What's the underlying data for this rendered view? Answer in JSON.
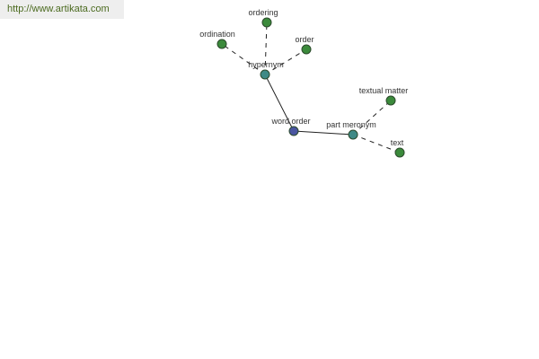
{
  "header": {
    "site_url": "http://www.artikata.com"
  },
  "colors": {
    "center_node": "#4a55a0",
    "relation_node": "#3f8a86",
    "leaf_node": "#3b8a3b",
    "node_stroke": "#2c4a2c",
    "edge": "#222222",
    "url_text": "#4b6a1f"
  },
  "graph": {
    "nodes": [
      {
        "id": "word_order",
        "label": "word order",
        "kind": "center"
      },
      {
        "id": "hypernym",
        "label": "hypernym",
        "kind": "relation"
      },
      {
        "id": "part_meronym",
        "label": "part meronym",
        "kind": "relation"
      },
      {
        "id": "ordination",
        "label": "ordination",
        "kind": "leaf"
      },
      {
        "id": "ordering",
        "label": "ordering",
        "kind": "leaf"
      },
      {
        "id": "order",
        "label": "order",
        "kind": "leaf"
      },
      {
        "id": "textual_matter",
        "label": "textual matter",
        "kind": "leaf"
      },
      {
        "id": "text",
        "label": "text",
        "kind": "leaf"
      }
    ],
    "edges": [
      {
        "from": "word_order",
        "to": "hypernym",
        "style": "solid"
      },
      {
        "from": "word_order",
        "to": "part_meronym",
        "style": "solid"
      },
      {
        "from": "hypernym",
        "to": "ordination",
        "style": "dashed"
      },
      {
        "from": "hypernym",
        "to": "ordering",
        "style": "dashed"
      },
      {
        "from": "hypernym",
        "to": "order",
        "style": "dashed"
      },
      {
        "from": "part_meronym",
        "to": "textual_matter",
        "style": "dashed"
      },
      {
        "from": "part_meronym",
        "to": "text",
        "style": "dashed"
      }
    ]
  }
}
